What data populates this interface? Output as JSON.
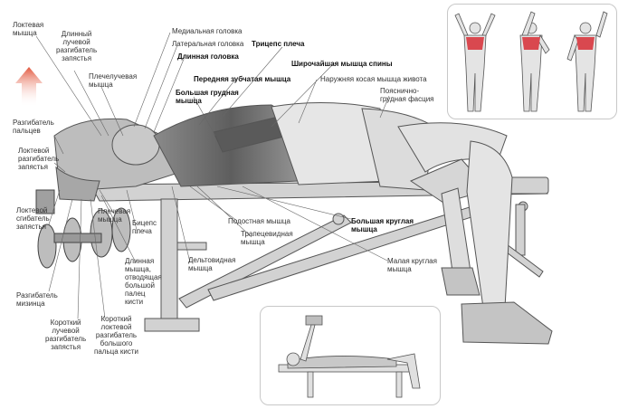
{
  "labels": {
    "ulnar_muscle": "Локтевая\nмышца",
    "ext_carpi_radialis_longus": "Длинный\nлучевой\nразгибатель\nзапястья",
    "brachioradialis": "Плечелучевая\nмышца",
    "medial_head": "Медиальная головка",
    "lateral_head": "Латеральная головка",
    "long_head": "Длинная головка",
    "triceps": "Трицепс плеча",
    "latissimus": "Широчайшая мышца спины",
    "serratus": "Передняя зубчатая мышца",
    "external_oblique": "Наружняя косая мышца живота",
    "pectoralis_major": "Большая грудная\nмышца",
    "thoracolumbar_fascia": "Пояснично-\nгрудная фасция",
    "ext_digitorum": "Разгибатель\nпальцев",
    "ext_carpi_ulnaris": "Локтевой\nразгибатель\nзапястья",
    "flexor_carpi_ulnaris": "Локтевой\nсгибатель\nзапястья",
    "brachialis": "Плечевая\nмышца",
    "biceps": "Бицепс\nплеча",
    "infraspinatus": "Подостная мышца",
    "trapezius": "Трапецевидная\nмышца",
    "teres_major": "Большая круглая\nмышца",
    "deltoid": "Дельтовидная\nмышца",
    "teres_minor": "Малая круглая\nмышца",
    "abductor_pollicis_longus": "Длинная\nмышца,\nотводящая\nбольшой\nпалец\nкисти",
    "ext_digiti_minimi": "Разгибатель\nмизинца",
    "ext_carpi_radialis_brevis": "Короткий\nлучевой\nразгибатель\nзапястья",
    "ext_pollicis_brevis": "Короткий\nлоктевой\nразгибатель\nбольшого\nпальца кисти"
  },
  "colors": {
    "line": "#555555",
    "muscle_dark": "#6b6b6b",
    "muscle_mid": "#a7a7a7",
    "skin": "#e6e6e6",
    "bench": "#d2d2d2",
    "arrow": "#e2583e",
    "highlight": "#d9484f"
  },
  "icons": {
    "arrow": "movement-arrow-icon"
  }
}
